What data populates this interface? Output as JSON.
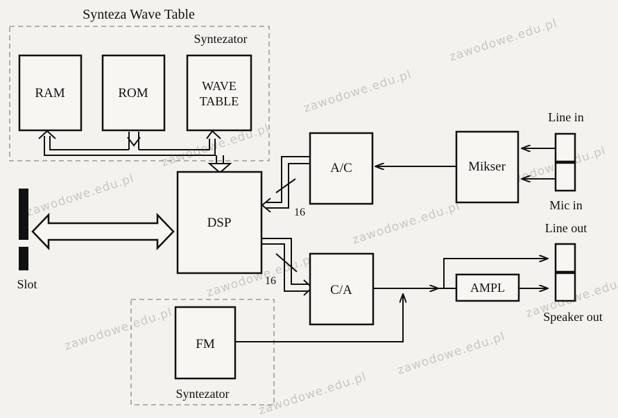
{
  "title": "Synteza Wave Table",
  "wavetable_group_label": "Syntezator",
  "fm_group_label": "Syntezator",
  "blocks": {
    "ram": "RAM",
    "rom": "ROM",
    "wave_line1": "WAVE",
    "wave_line2": "TABLE",
    "dsp": "DSP",
    "ac": "A/C",
    "ca": "C/A",
    "mikser": "Mikser",
    "ampl": "AMPL",
    "fm": "FM"
  },
  "ports": {
    "line_in": "Line in",
    "mic_in": "Mic in",
    "line_out": "Line out",
    "speaker_out": "Speaker out",
    "slot": "Slot"
  },
  "bus_width_ac": "16",
  "bus_width_ca": "16",
  "watermark": "zawodowe.edu.pl",
  "colors": {
    "ink": "#111111",
    "dashed_frame": "#888888",
    "background": "#f3f2ef",
    "watermark": "#c9c7c2"
  }
}
